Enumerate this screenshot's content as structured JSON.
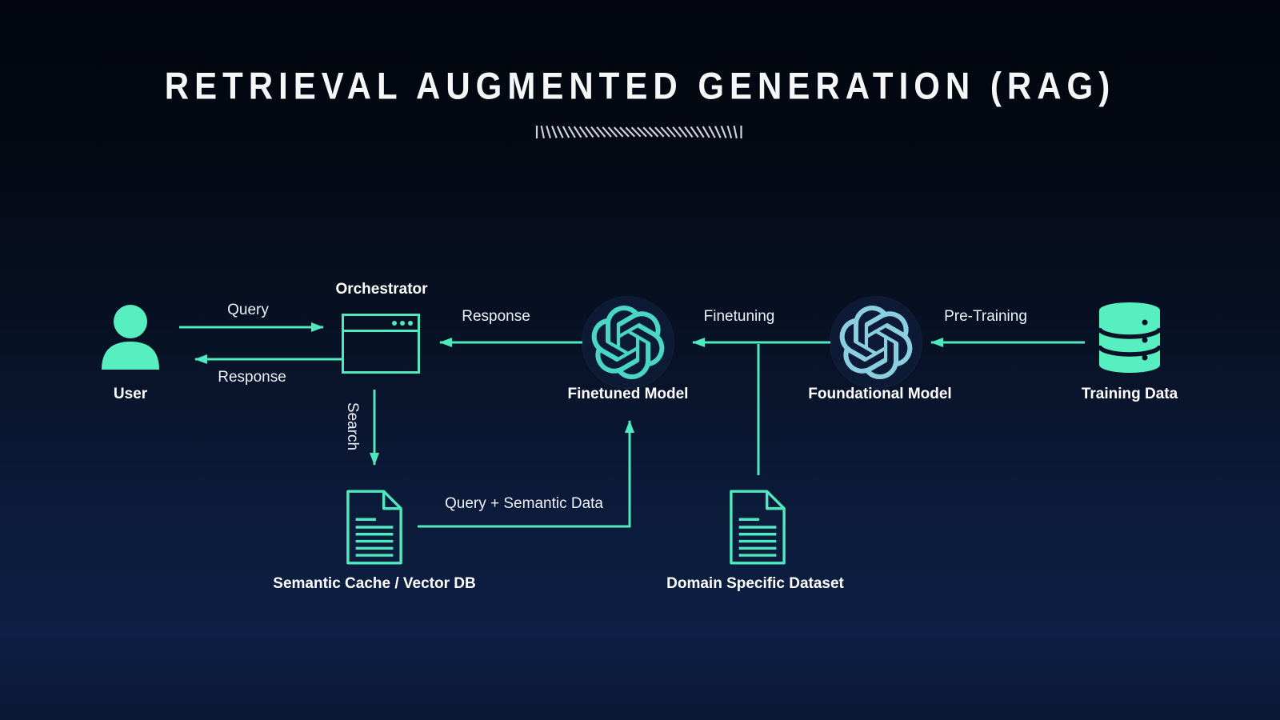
{
  "diagram": {
    "title": "RETRIEVAL AUGMENTED GENERATION (RAG)",
    "nodes": {
      "user": {
        "label": "User",
        "icon": "person-icon"
      },
      "orchestrator": {
        "label": "Orchestrator",
        "icon": "browser-window-icon"
      },
      "finetuned_model": {
        "label": "Finetuned Model",
        "icon": "openai-logo-icon"
      },
      "foundational_model": {
        "label": "Foundational Model",
        "icon": "openai-logo-icon"
      },
      "training_data": {
        "label": "Training Data",
        "icon": "database-icon"
      },
      "semantic_cache": {
        "label": "Semantic Cache / Vector DB",
        "icon": "document-icon"
      },
      "domain_dataset": {
        "label": "Domain Specific Dataset",
        "icon": "document-icon"
      }
    },
    "edges": {
      "query": {
        "label": "Query",
        "from": "user",
        "to": "orchestrator"
      },
      "response_to_user": {
        "label": "Response",
        "from": "orchestrator",
        "to": "user"
      },
      "search": {
        "label": "Search",
        "from": "orchestrator",
        "to": "semantic_cache"
      },
      "response_to_orchestrator": {
        "label": "Response",
        "from": "finetuned_model",
        "to": "orchestrator"
      },
      "query_semantic": {
        "label": "Query + Semantic Data",
        "from": "semantic_cache",
        "to": "finetuned_model"
      },
      "finetuning": {
        "label": "Finetuning",
        "from": "foundational_model",
        "to": "finetuned_model"
      },
      "dataset_branch": {
        "label": "",
        "from": "domain_dataset",
        "to": "finetuning"
      },
      "pretraining": {
        "label": "Pre-Training",
        "from": "training_data",
        "to": "foundational_model"
      }
    },
    "colors": {
      "accent_mint": "#57efbf",
      "arrow": "#4ee9bc",
      "finetuned_logo": "#49d6c6",
      "foundational_logo": "#8bcedf",
      "background_top": "#02050d",
      "background_bottom": "#0d1f44",
      "title_text": "#f5f6f8",
      "label_text": "#ffffff",
      "hatch": "#ccd1da"
    }
  }
}
